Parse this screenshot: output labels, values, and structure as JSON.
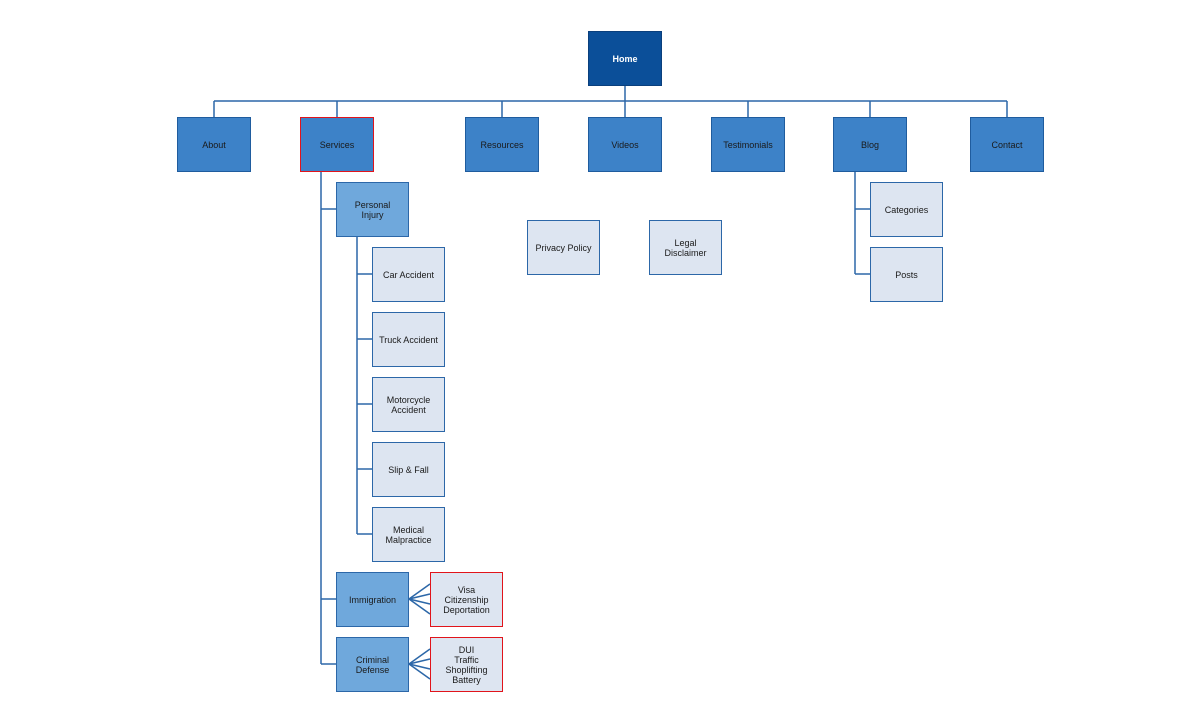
{
  "colors": {
    "root_fill": "#0b4f99",
    "level1_fill": "#3d82c8",
    "level2_fill": "#6fa8dc",
    "leaf_fill": "#dde5f1",
    "line": "#2c67a8",
    "highlight_border": "#e1141b"
  },
  "nodes": {
    "home": "Home",
    "about": "About",
    "services": "Services",
    "resources": "Resources",
    "videos": "Videos",
    "testimonials": "Testimonials",
    "blog": "Blog",
    "contact": "Contact",
    "personal_injury": "Personal\nInjury",
    "car_accident": "Car Accident",
    "truck_accident": "Truck Accident",
    "motorcycle_accident": "Motorcycle\nAccident",
    "slip_fall": "Slip & Fall",
    "medical_malpractice": "Medical\nMalpractice",
    "immigration": "Immigration",
    "immigration_items": "Visa\nCitizenship\nDeportation",
    "criminal_defense": "Criminal\nDefense",
    "criminal_items": "DUI\nTraffic\nShoplifting\nBattery",
    "privacy_policy": "Privacy Policy",
    "legal_disclaimer": "Legal\nDisclaimer",
    "categories": "Categories",
    "posts": "Posts"
  }
}
